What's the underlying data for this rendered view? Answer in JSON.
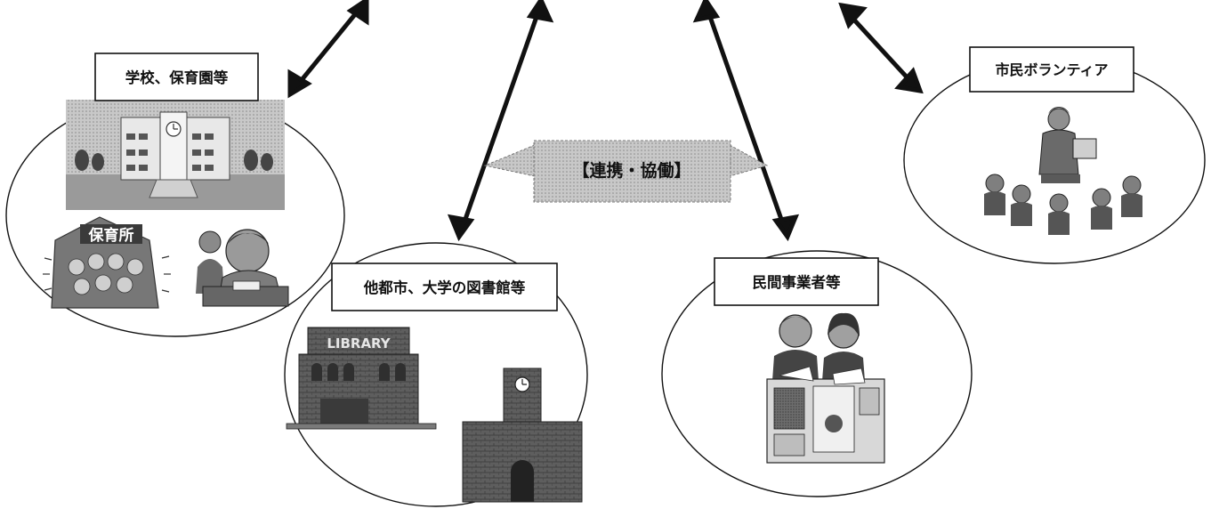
{
  "labels": {
    "schools": "学校、保育園等",
    "other_libraries": "他都市、大学の図書館等",
    "businesses": "民間事業者等",
    "volunteers": "市民ボランティア",
    "collaboration": "【連携・協働】"
  },
  "illustration_text": {
    "nursery_sign": "保育所",
    "library_sign": "LIBRARY"
  },
  "icons": {
    "schools": [
      "school-building-icon",
      "nursery-school-icon",
      "student-studying-icon"
    ],
    "other_libraries": [
      "library-building-icon",
      "university-clock-tower-icon"
    ],
    "businesses": [
      "exhibition-booth-icon"
    ],
    "volunteers": [
      "storytelling-volunteer-icon"
    ]
  },
  "colors": {
    "ink": "#111111",
    "callout_fill": "#bdbdbd",
    "illustration_gray": "#7a7a7a"
  }
}
